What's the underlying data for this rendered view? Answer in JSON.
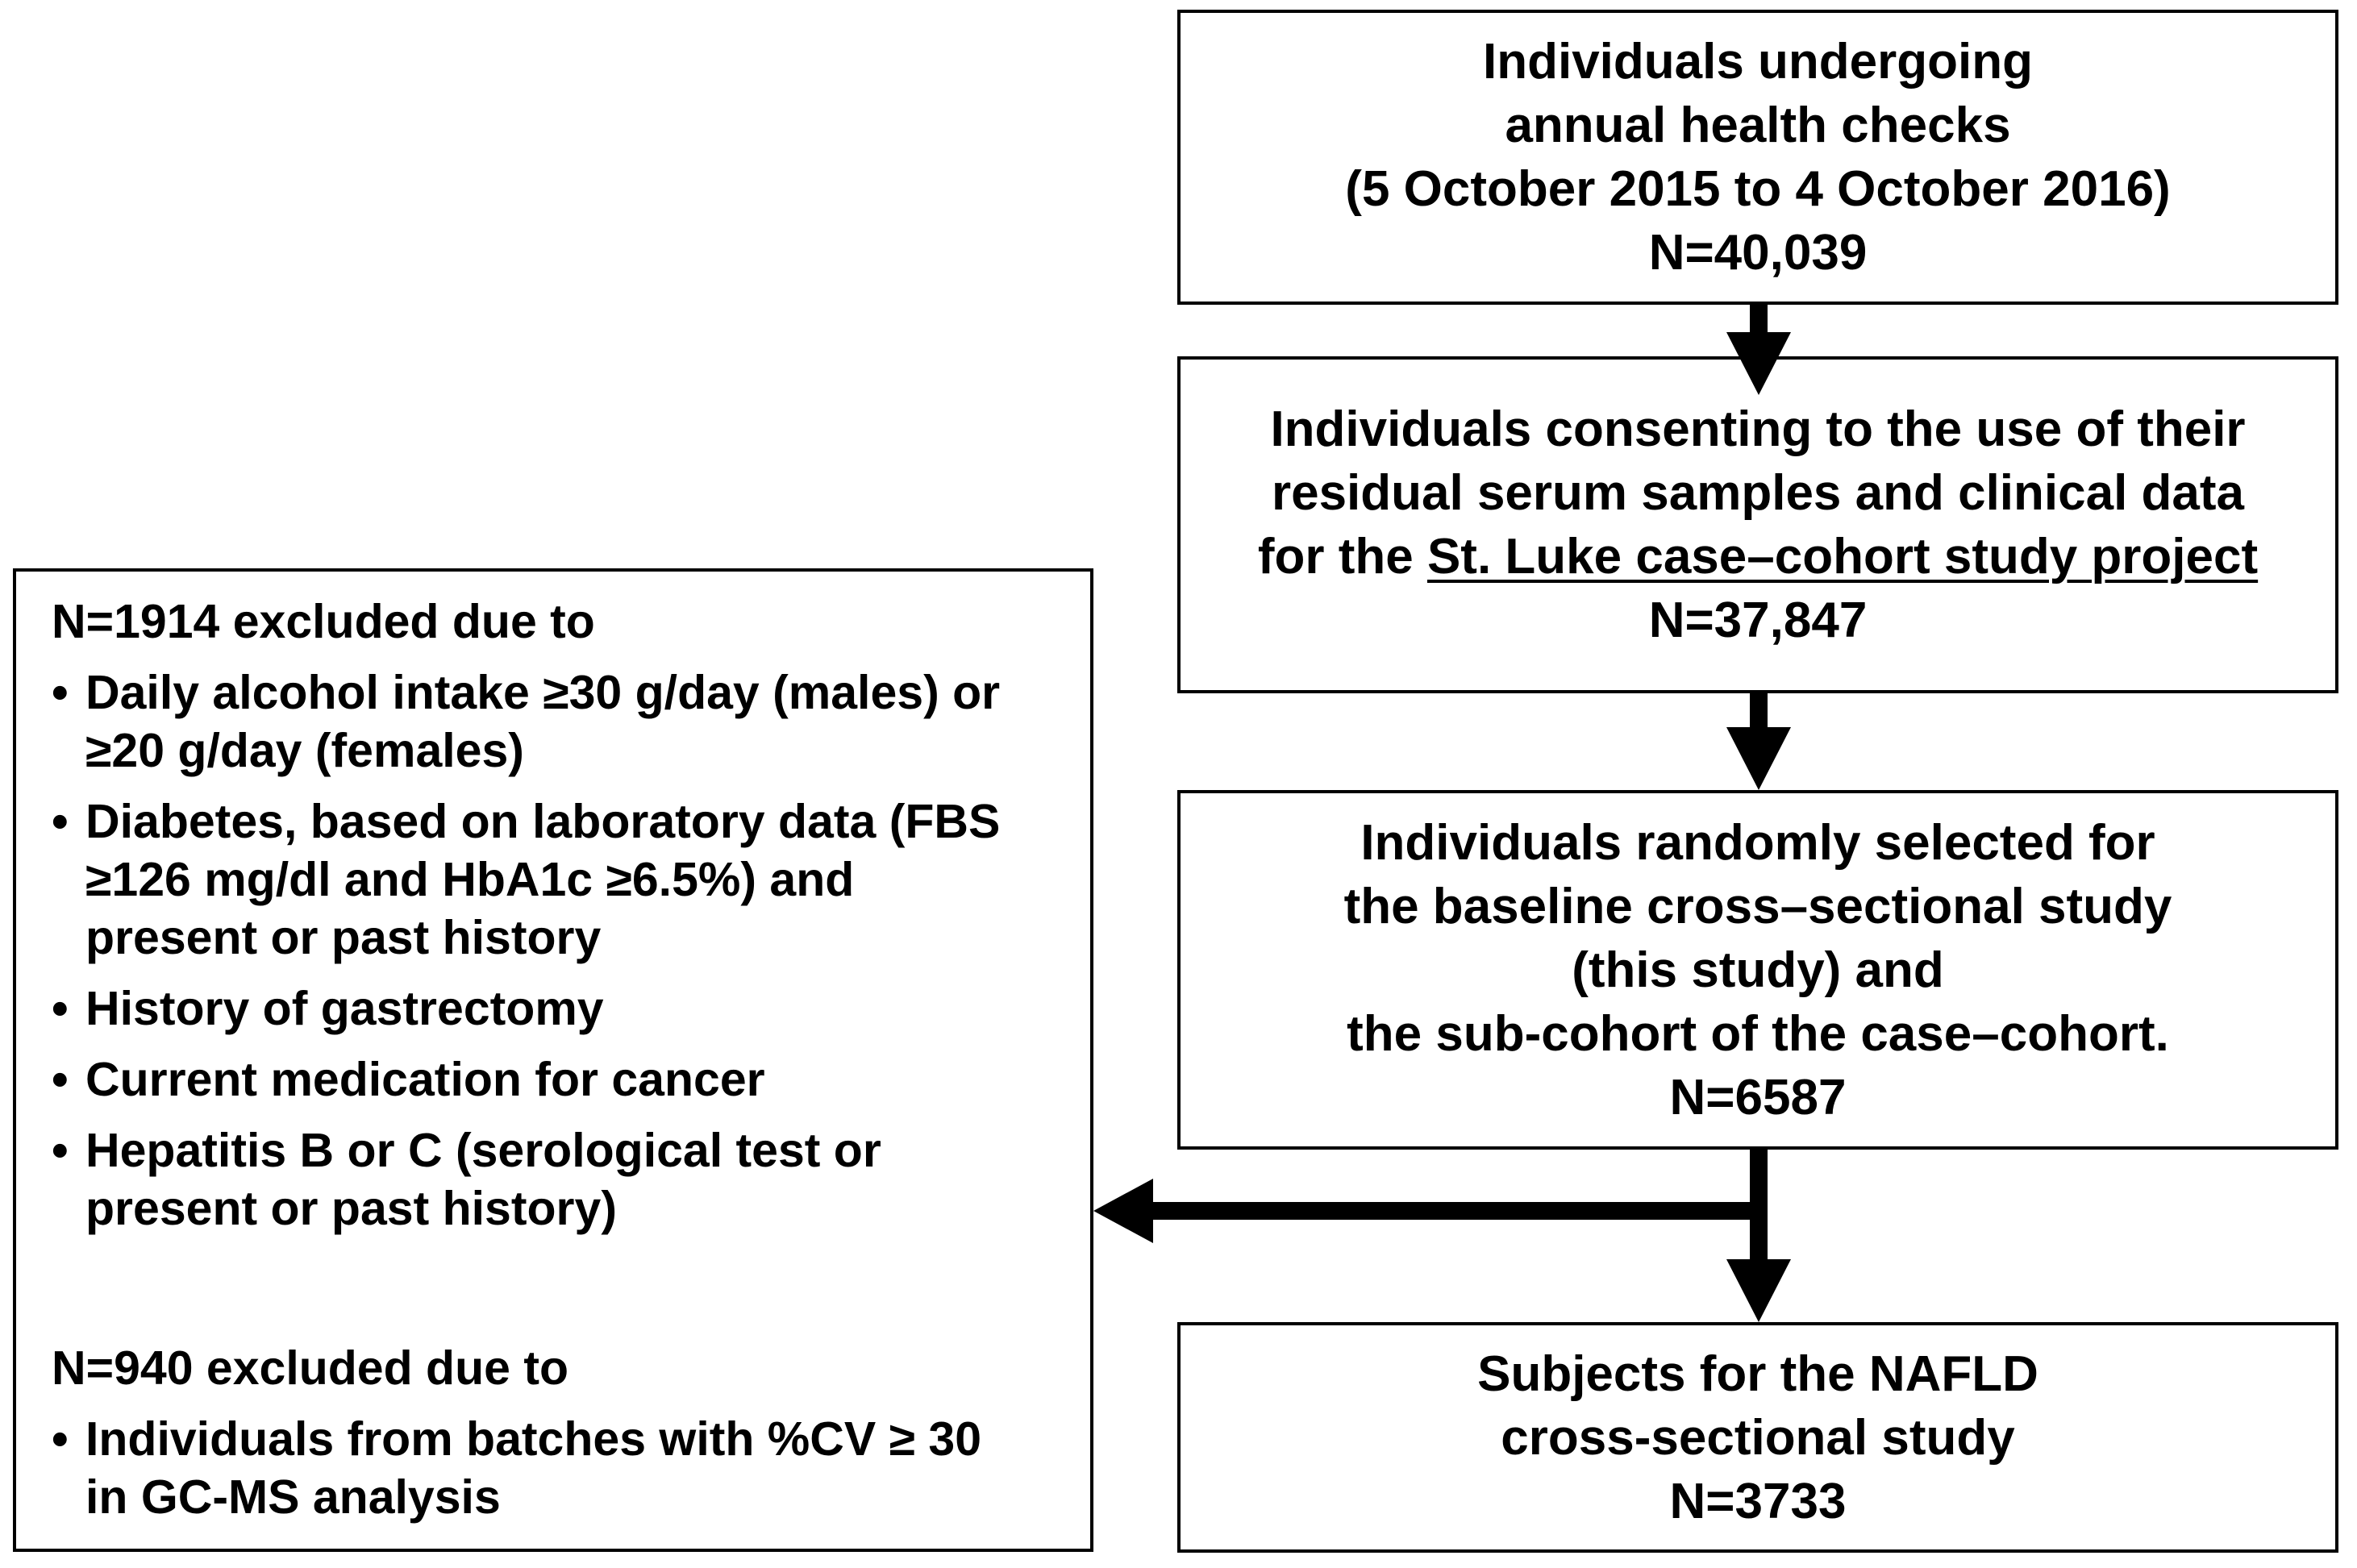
{
  "boxes": {
    "individuals_health_checks": {
      "line1": "Individuals undergoing",
      "line2": "annual health checks",
      "line3": "(5 October 2015 to 4 October 2016)",
      "count": "N=40,039"
    },
    "individuals_consenting": {
      "line1": "Individuals consenting to the use of their",
      "line2": "residual serum samples and clinical data",
      "line3_prefix": "for the ",
      "line3_underlined": "St. Luke case–cohort study project",
      "count": "N=37,847"
    },
    "individuals_randomly_selected": {
      "line1": "Individuals randomly selected for",
      "line2": "the baseline cross–sectional study",
      "line3": "(this study) and",
      "line4": "the sub-cohort of the case–cohort.",
      "count": "N=6587"
    },
    "subjects_nafld": {
      "line1": "Subjects for the NAFLD",
      "line2": "cross-sectional study",
      "count": "N=3733"
    }
  },
  "exclusions": {
    "first": {
      "heading": "N=1914 excluded due to",
      "items": [
        "Daily alcohol intake ≥30 g/day (males) or\n≥20 g/day (females)",
        "Diabetes, based on laboratory data (FBS\n≥126 mg/dl and HbA1c ≥6.5%) and\npresent or past history",
        "History of gastrectomy",
        "Current medication for cancer",
        "Hepatitis B or C (serological test or\npresent or past history)"
      ]
    },
    "second": {
      "heading": "N=940 excluded due to",
      "items": [
        "Individuals from batches with %CV ≥ 30\nin GC-MS analysis"
      ]
    }
  }
}
